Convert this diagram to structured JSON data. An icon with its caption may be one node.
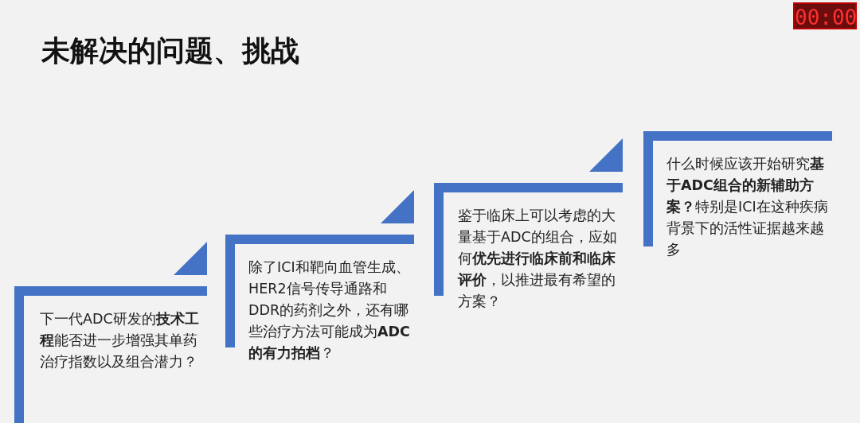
{
  "diagram": {
    "title": "未解决的问题、挑战",
    "nodes": [
      {
        "text": [
          "下一代ADC研发的**技术工程**能否进一步增强其单药治疗指数以及组合潜力？"
        ]
      },
      {
        "text": [
          "除了ICI和靶向血管生成、HER2信号传导通路和DDR的药剂之外，还有哪些治疗方法可能成为**ADC的有力拍档**？"
        ]
      },
      {
        "text": [
          "鉴于临床上可以考虑的大量基于ADC的组合，应如何**优先进行临床前和临床评价**，以推进最有希望的方案？"
        ]
      },
      {
        "text": [
          "什么时候应该开始研究**基于ADC组合的新辅助方案？**特别是ICI在这种疾病背景下的活性证据越来越多"
        ]
      }
    ],
    "labels": [
      "00:00"
    ]
  }
}
